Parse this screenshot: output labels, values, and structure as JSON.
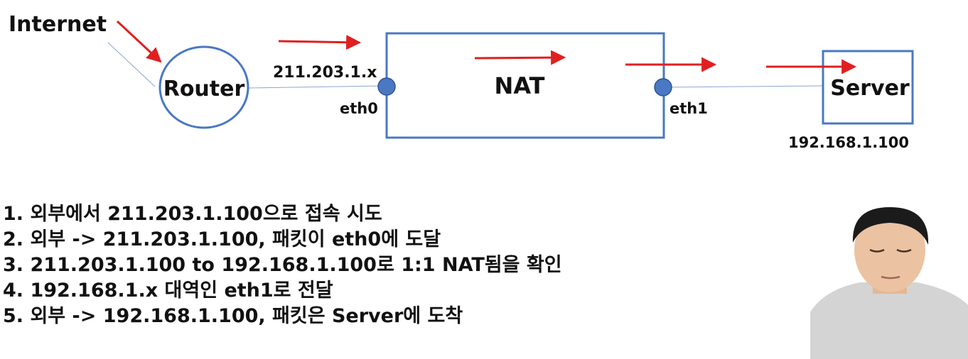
{
  "diagram": {
    "internet_label": "Internet",
    "router_label": "Router",
    "nat_label": "NAT",
    "server_label": "Server",
    "eth0_label": "eth0",
    "eth1_label": "eth1",
    "external_ip": "211.203.1.x",
    "server_ip": "192.168.1.100"
  },
  "colors": {
    "box_stroke": "#4a78c2",
    "port_fill": "#4a78c2",
    "arrow": "#e02020",
    "link": "#8aa6cf"
  },
  "steps": [
    "1. 외부에서 211.203.1.100으로 접속 시도",
    "2. 외부 -> 211.203.1.100, 패킷이 eth0에 도달",
    "3. 211.203.1.100 to 192.168.1.100로 1:1 NAT됨을 확인",
    "4. 192.168.1.x 대역인 eth1로 전달",
    "5. 외부 -> 192.168.1.100, 패킷은 Server에 도착"
  ]
}
